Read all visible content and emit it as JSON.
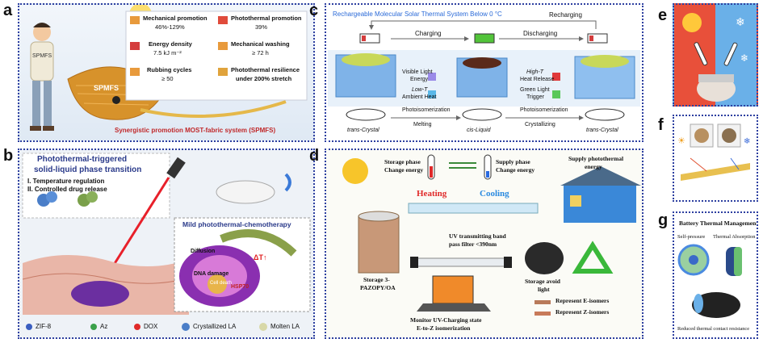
{
  "labels": {
    "a": "a",
    "b": "b",
    "c": "c",
    "d": "d",
    "e": "e",
    "f": "f",
    "g": "g"
  },
  "panel_a": {
    "badge_left": "SPMFS",
    "badge_fabric": "SPMFS",
    "footer": "Synergistic promotion MOST-fabric system (SPMFS)",
    "stats": [
      {
        "title": "Mechanical promotion",
        "value": "46%-129%"
      },
      {
        "title": "Photothermal promotion",
        "value": "39%"
      },
      {
        "title": "Energy density",
        "value": "7.5 kJ m⁻²"
      },
      {
        "title": "Mechanical washing",
        "value": "≥ 72 h"
      },
      {
        "title": "Rubbing cycles",
        "value": "≥ 50"
      },
      {
        "title": "Photothermal resilience",
        "value": "under 200% stretch"
      }
    ]
  },
  "panel_b": {
    "title1": "Photothermal-triggered",
    "title2": "solid-liquid phase transition",
    "item1": "I.  Temperature regulation",
    "item2": "II. Controlled drug release",
    "mild": "Mild photothermal-chemotherapy",
    "diffusion": "Diffusion",
    "dna": "DNA damage",
    "hsp": "HSP70",
    "delta": "ΔT↑",
    "cell": "Cell death",
    "legend": [
      "ZIF-8",
      "Az",
      "DOX",
      "Crystallized LA",
      "Molten LA"
    ]
  },
  "panel_c": {
    "title": "Rechargeable Molecular Solar Thermal System Below 0 °C",
    "recharging": "Recharging",
    "charging": "Charging",
    "discharging": "Discharging",
    "visible": "Visible Light",
    "energy": "Energy",
    "lowt": "Low-T",
    "ambient": "Ambient Heat",
    "hight": "High-T",
    "release": "Heat Release",
    "green": "Green Light",
    "trigger": "Trigger",
    "photo1": "Photoisomerization",
    "melting": "Melting",
    "photo2": "Photoisomerization",
    "cryst": "Crystallizing",
    "trans1": "trans-Crystal",
    "cis": "cis-Liquid",
    "trans2": "trans-Crystal"
  },
  "panel_d": {
    "storage_phase": "Storage phase",
    "change_energy1": "Change energy",
    "supply_phase": "Supply phase",
    "change_energy2": "Change energy",
    "supply_photo": "Supply photothermal",
    "energy": "energy",
    "heating": "Heating",
    "cooling": "Cooling",
    "uv1": "UV transmitting band",
    "uv2": "pass filter  <390nm",
    "storage3": "Storage 3-",
    "pazopy": "PAZOPY/OA",
    "avoid1": "Storage avoid",
    "avoid2": "light",
    "monitor1": "Monitor UV-Charging state",
    "monitor2": "E-to-Z isomerization",
    "rep_e": "Represent E-isomers",
    "rep_z": "Represent Z-isomers"
  },
  "panel_g": {
    "title": "Battery Thermal Management",
    "self": "Self-pressure",
    "absorb": "Thermal Absorption",
    "reduced": "Reduced thermal contact resistance"
  }
}
